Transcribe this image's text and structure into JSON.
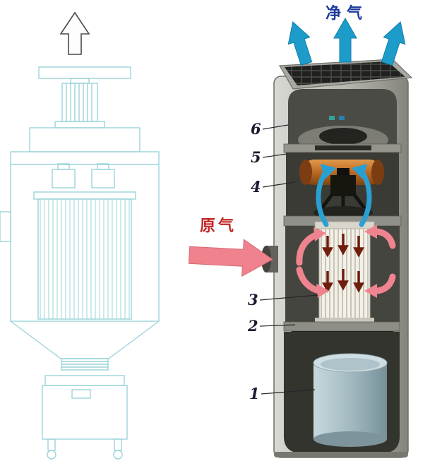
{
  "diagram": {
    "name": "cartridge dust collector blueprint and cutaway diagram",
    "labels": {
      "clean_air": "净气",
      "raw_air": "原气"
    },
    "callouts": [
      {
        "num": "6"
      },
      {
        "num": "5"
      },
      {
        "num": "4"
      },
      {
        "num": "3"
      },
      {
        "num": "2"
      },
      {
        "num": "1"
      }
    ],
    "colors": {
      "blueprint_stroke": "#9bd4da",
      "clean_air_arrow": "#1e9cc9",
      "clean_air_text": "#1c3a9a",
      "raw_air_arrow": "#ef828c",
      "raw_air_text": "#c32525",
      "callout_text": "#1b1b30",
      "cabinet_gray": "#b4b4ae",
      "filter_white": "#f3f0e8",
      "muffler_orange": "#bf7030",
      "bin_blue": "#a9c1c8"
    }
  }
}
